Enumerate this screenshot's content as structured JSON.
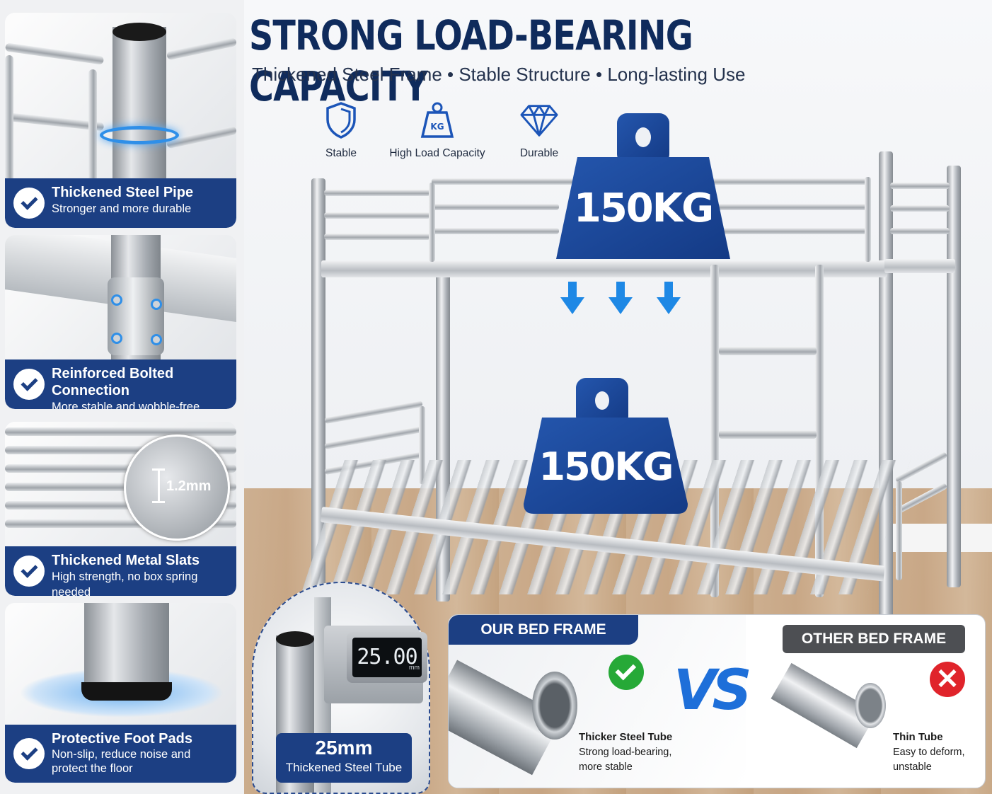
{
  "header": {
    "title": "STRONG LOAD-BEARING CAPACITY",
    "subtitle": "Thickened Steel Frame • Stable Structure • Long-lasting Use"
  },
  "features": [
    {
      "label": "Stable",
      "icon": "shield-icon"
    },
    {
      "label": "High Load Capacity",
      "icon": "weight-icon"
    },
    {
      "label": "Durable",
      "icon": "diamond-icon"
    }
  ],
  "weights": {
    "top": "150KG",
    "bottom": "150KG",
    "weight_icon_text": "KG"
  },
  "cards": [
    {
      "title": "Thickened Steel Pipe",
      "desc": "Stronger and more durable"
    },
    {
      "title": "Reinforced Bolted Connection",
      "desc": "More stable and wobble-free"
    },
    {
      "title": "Thickened Metal Slats",
      "desc": "High strength, no box spring needed",
      "measure": "1.2mm"
    },
    {
      "title": "Protective Foot Pads",
      "desc": "Non-slip, reduce noise and protect the floor"
    }
  ],
  "caliper": {
    "reading": "25.00",
    "unit": "mm",
    "size": "25mm",
    "caption": "Thickened Steel Tube"
  },
  "comparison": {
    "ours": {
      "tab": "OUR BED FRAME",
      "title": "Thicker Steel Tube",
      "desc": "Strong load-bearing, more stable"
    },
    "vs": "VS",
    "other": {
      "tab": "OTHER BED FRAME",
      "title": "Thin Tube",
      "desc": "Easy to deform, unstable"
    }
  },
  "colors": {
    "navy": "#1c3f83",
    "headline": "#0f2b5c",
    "accent_blue": "#1e88e5",
    "check_green": "#26a937",
    "cross_red": "#e0242b"
  }
}
